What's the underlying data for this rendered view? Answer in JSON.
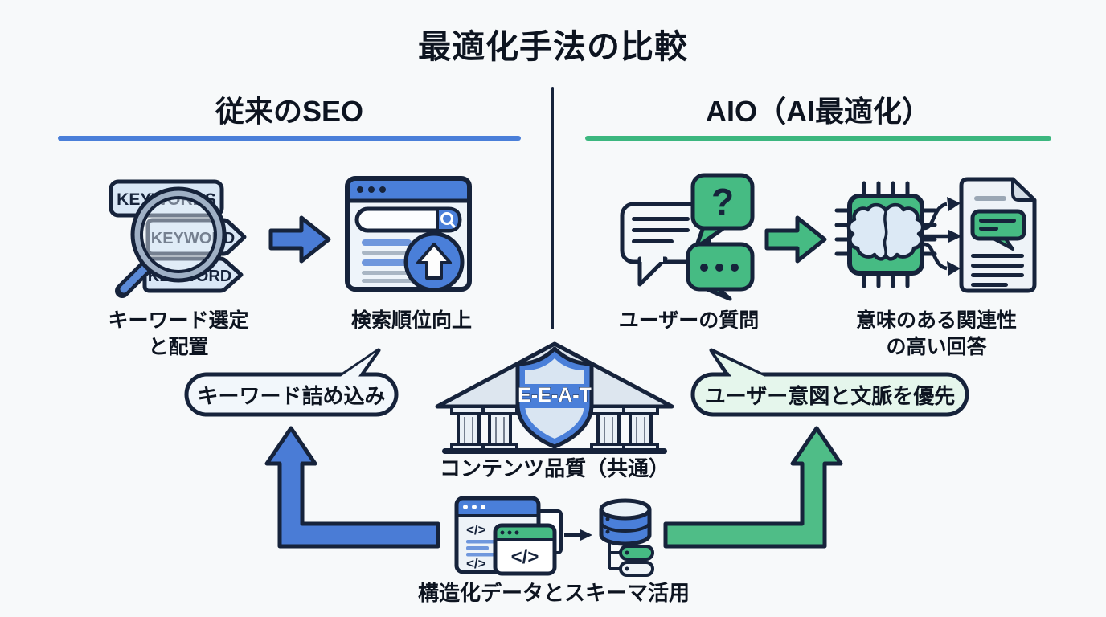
{
  "title": "最適化手法の比較",
  "left_column": {
    "header": "従来のSEO",
    "keyword_tags": [
      "KEYWORDS",
      "KEYWORD",
      "KEYWORD"
    ],
    "step1_caption_line1": "キーワード選定",
    "step1_caption_line2": "と配置",
    "step2_caption": "検索順位向上",
    "callout": "キーワード詰め込み"
  },
  "right_column": {
    "header": "AIO（AI最適化）",
    "question_mark": "?",
    "step1_caption": "ユーザーの質問",
    "step2_caption_line1": "意味のある関連性",
    "step2_caption_line2": "の高い回答",
    "callout": "ユーザー意図と文脈を優先"
  },
  "center": {
    "shield_label": "E-E-A-T",
    "quality_caption": "コンテンツ品質（共通）",
    "schema_caption": "構造化データとスキーマ活用",
    "code_glyph": "</>"
  },
  "colors": {
    "seo_blue": "#4a7fd9",
    "aio_green": "#3cb77f",
    "outline_navy": "#16233b",
    "background": "#f7f9fa"
  }
}
